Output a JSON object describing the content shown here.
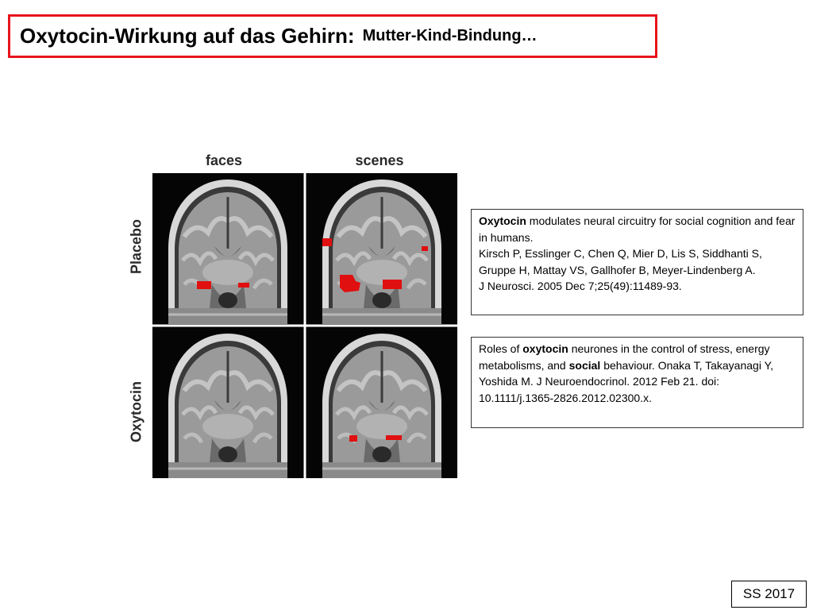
{
  "title": {
    "main": "Oxytocin-Wirkung auf das Gehirn:",
    "sub": "Mutter-Kind-Bindung…"
  },
  "figure": {
    "columns": [
      "faces",
      "scenes"
    ],
    "rows": [
      "Placebo",
      "Oxytocin"
    ],
    "activation_color": "#e01010"
  },
  "references": [
    {
      "segments": [
        {
          "text": "Oxytocin",
          "bold": true
        },
        {
          "text": " modulates neural circuitry for social cognition and fear in humans.",
          "bold": false
        },
        {
          "text": "\nKirsch P, Esslinger C, Chen Q, Mier D, Lis S, Siddhanti S, Gruppe H, Mattay VS, Gallhofer B, Meyer-Lindenberg A.",
          "bold": false
        },
        {
          "text": "\nJ Neurosci. 2005 Dec 7;25(49):11489-93.",
          "bold": false
        }
      ]
    },
    {
      "segments": [
        {
          "text": "Roles of ",
          "bold": false
        },
        {
          "text": "oxytocin",
          "bold": true
        },
        {
          "text": " neurones in the control of stress, energy metabolisms, and ",
          "bold": false
        },
        {
          "text": "social",
          "bold": true
        },
        {
          "text": " behaviour. Onaka T, Takayanagi Y, Yoshida M. J Neuroendocrinol. 2012 Feb 21. doi: 10.1111/j.1365-2826.2012.02300.x.",
          "bold": false
        }
      ]
    }
  ],
  "footer": "SS 2017"
}
